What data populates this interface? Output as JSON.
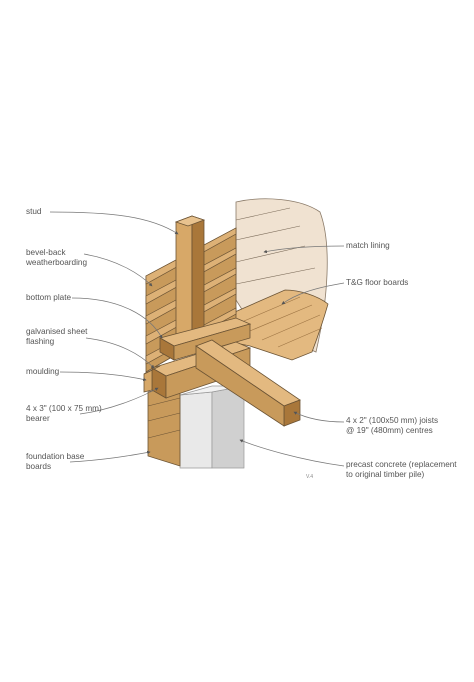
{
  "labels": {
    "stud": "stud",
    "bevel_back": "bevel-back\nweatherboarding",
    "bottom_plate": "bottom plate",
    "galvanised": "galvanised sheet\nflashing",
    "moulding": "moulding",
    "bearer": "4 x 3\" (100 x 75 mm)\nbearer",
    "foundation": "foundation base\nboards",
    "match_lining": "match lining",
    "floor_boards": "T&G floor boards",
    "joists": "4 x 2\" (100x50 mm) joists\n@ 19\" (480mm) centres",
    "precast": "precast concrete (replacement\nto original timber pile)"
  },
  "signature": "V.4",
  "colors": {
    "timber": "#C89A5B",
    "timber_dark": "#A9773A",
    "timber_light": "#E3B980",
    "lining": "#F0E2D1",
    "concrete": "#E6E6E6",
    "concrete_dark": "#C8C8C8",
    "line": "#6B5334",
    "leader": "#777777"
  }
}
